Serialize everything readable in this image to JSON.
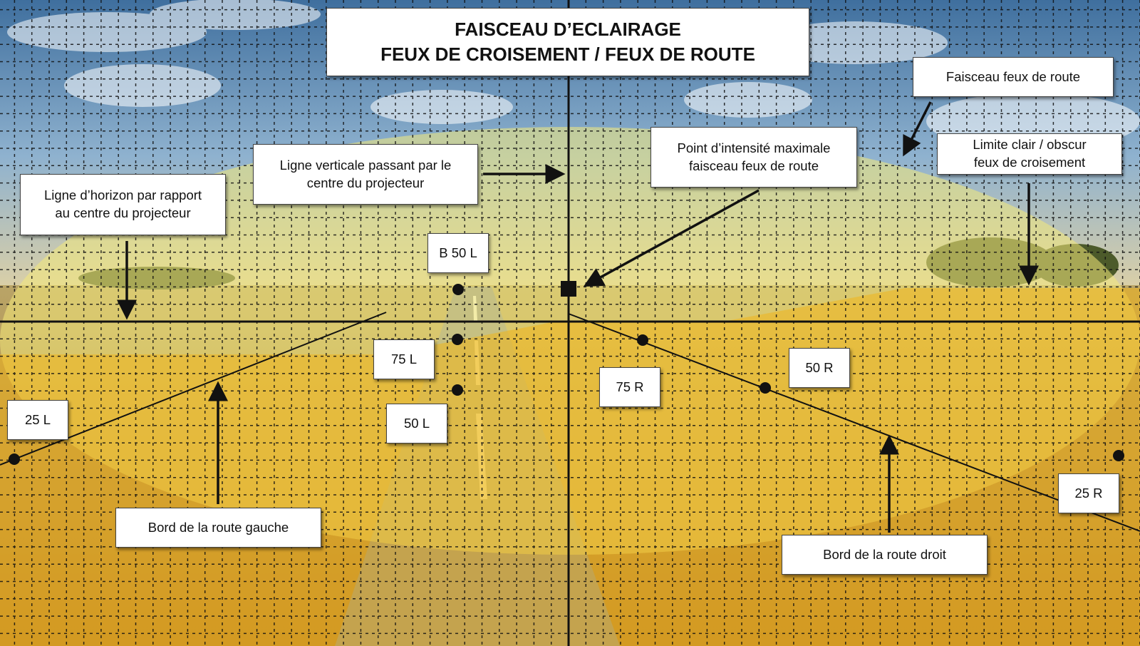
{
  "title": {
    "line1": "FAISCEAU D’ECLAIRAGE",
    "line2": "FEUX DE CROISEMENT / FEUX DE ROUTE"
  },
  "labels": {
    "high_beam": "Faisceau feux de route",
    "cutoff": "Limite clair / obscur\nfeux de croisement",
    "max_intensity": "Point d’intensité maximale\nfaisceau feux de route",
    "vertical_line": "Ligne verticale passant par le\ncentre du projecteur",
    "horizon": "Ligne d’horizon par rapport\nau centre du projecteur",
    "left_edge": "Bord de la route gauche",
    "right_edge": "Bord de la route droit"
  },
  "points": {
    "b50l": "B 50 L",
    "p75l": "75 L",
    "p50l": "50 L",
    "p25l": "25 L",
    "p75r": "75 R",
    "p50r": "50 R",
    "p25r": "25 R"
  },
  "colors": {
    "sky": "#6f9cc4",
    "field": "#c9a64a",
    "road": "#8f8f8c",
    "high_beam_fill": "#f4ea7a",
    "low_beam_fill": "#f0b41c",
    "lines": "#111111"
  }
}
